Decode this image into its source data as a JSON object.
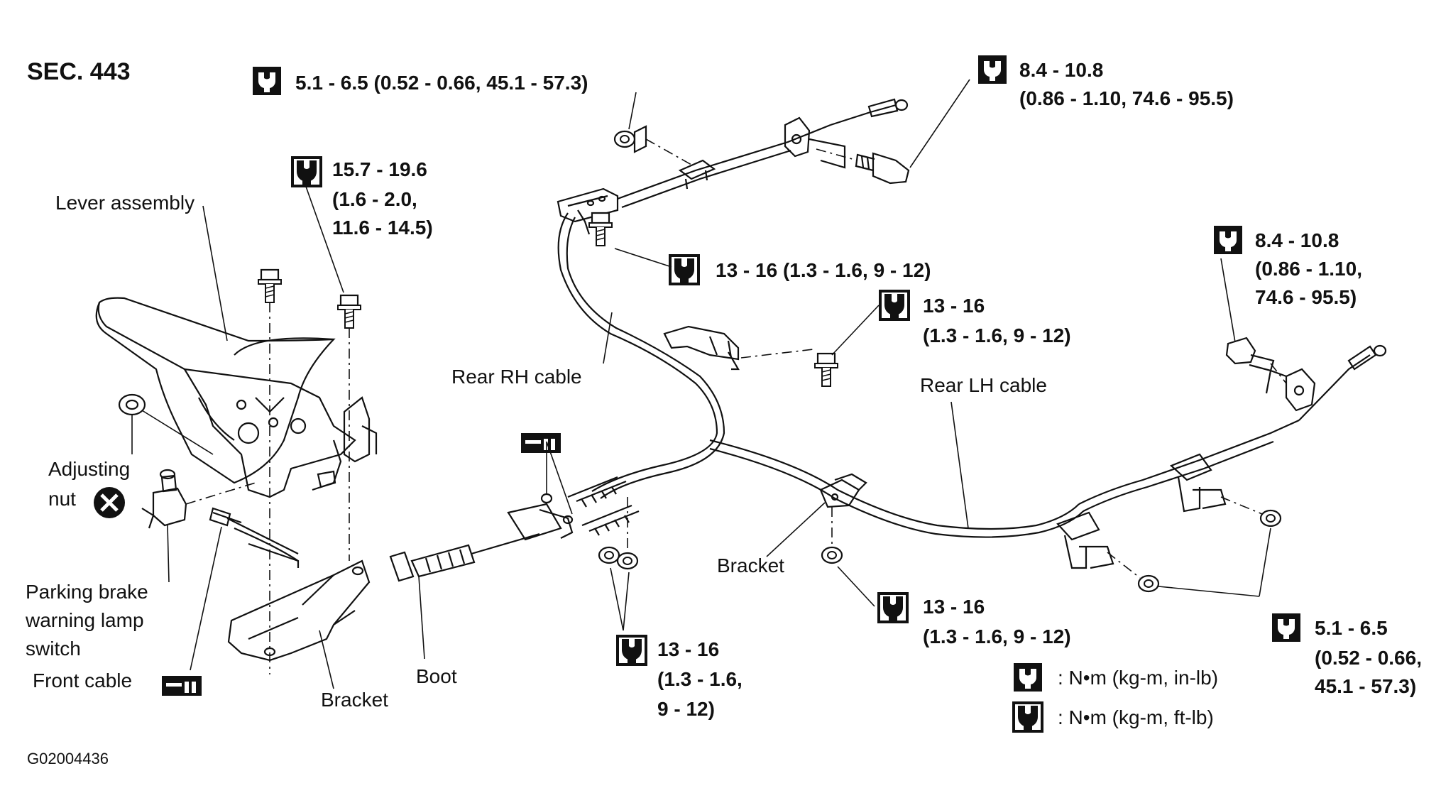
{
  "section_label": "SEC. 443",
  "figure_code": "G02004436",
  "labels": {
    "lever_assembly": "Lever assembly",
    "adjusting_nut_1": "Adjusting",
    "adjusting_nut_2": "nut",
    "pb_switch_1": "Parking brake",
    "pb_switch_2": "warning lamp",
    "pb_switch_3": "switch",
    "front_cable": "Front cable",
    "bracket_left": "Bracket",
    "boot": "Boot",
    "rear_rh_cable": "Rear RH cable",
    "rear_lh_cable": "Rear LH cable",
    "bracket_center": "Bracket"
  },
  "torques": {
    "t_top": "5.1 - 6.5 (0.52 - 0.66, 45.1 - 57.3)",
    "t_lever_1": "15.7 - 19.6",
    "t_lever_2": "(1.6 - 2.0,",
    "t_lever_3": "11.6 - 14.5)",
    "t_rh_top_1": "8.4 - 10.8",
    "t_rh_top_2": "(0.86 - 1.10, 74.6 - 95.5)",
    "t_rh_mid": "13 - 16 (1.3 - 1.6, 9 - 12)",
    "t_center_1": "13 - 16",
    "t_center_2": "(1.3 - 1.6, 9 - 12)",
    "t_lh_top_1": "8.4 - 10.8",
    "t_lh_top_2": "(0.86 - 1.10,",
    "t_lh_top_3": "74.6 - 95.5)",
    "t_eq_1": "13 - 16",
    "t_eq_2": "(1.3 - 1.6,",
    "t_eq_3": "9 - 12)",
    "t_bracket_1": "13 - 16",
    "t_bracket_2": "(1.3 - 1.6, 9 - 12)",
    "t_lh_bot_1": "5.1 - 6.5",
    "t_lh_bot_2": "(0.52 - 0.66,",
    "t_lh_bot_3": "45.1 - 57.3)"
  },
  "legend": {
    "inlb": ": N•m (kg-m, in-lb)",
    "ftlb": ": N•m (kg-m, ft-lb)"
  }
}
